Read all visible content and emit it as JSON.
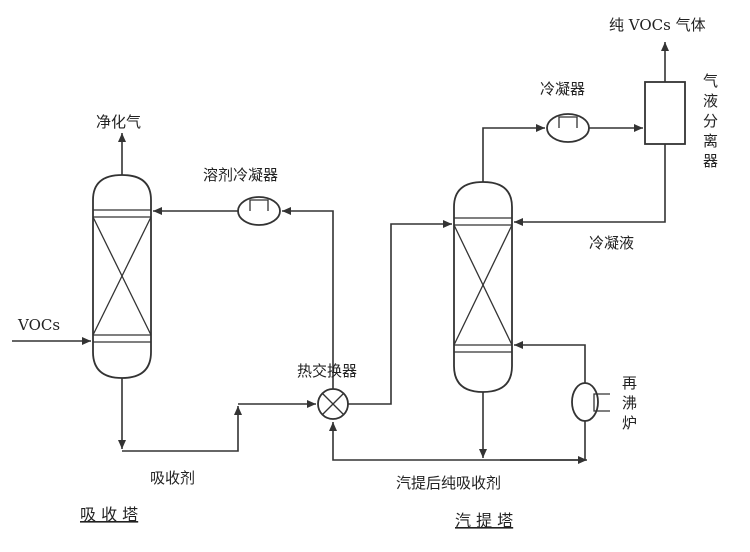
{
  "labels": {
    "purified_gas": "净化气",
    "solvent_condenser": "溶剂冷凝器",
    "vocs_in": "VOCs",
    "heat_exchanger": "热交换器",
    "absorbent": "吸收剂",
    "absorber_caption": "吸 收 塔",
    "stripper_caption": "汽 提 塔",
    "stripped_absorbent": "汽提后纯吸收剂",
    "condensate": "冷凝液",
    "condenser": "冷凝器",
    "pure_vocs": "纯 VOCs 气体",
    "separator": [
      "气",
      "液",
      "分",
      "离",
      "器"
    ],
    "reboiler": [
      "再",
      "沸",
      "炉"
    ]
  }
}
